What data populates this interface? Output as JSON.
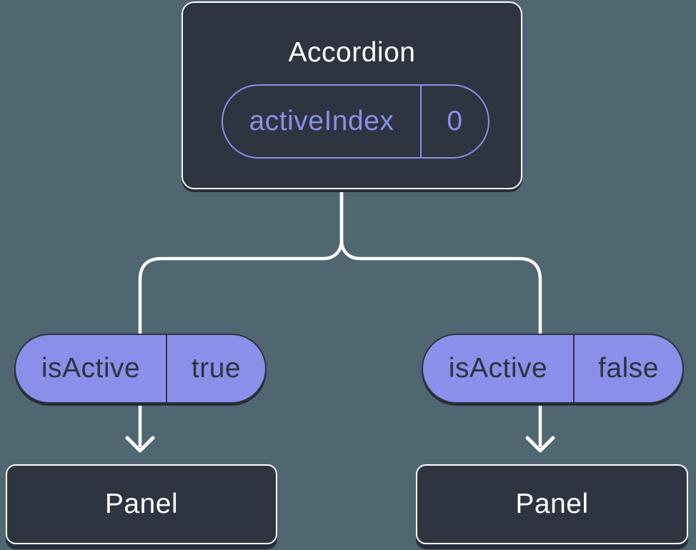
{
  "colors": {
    "bg": "#506771",
    "card": "#2e3440",
    "purple": "#8a90e9",
    "ink": "#2d333f",
    "white": "#ffffff",
    "shadow": "#272d38"
  },
  "diagram": {
    "root": {
      "title": "Accordion",
      "prop": {
        "name": "activeIndex",
        "value": "0"
      }
    },
    "children": [
      {
        "prop": {
          "name": "isActive",
          "value": "true"
        },
        "panel": "Panel"
      },
      {
        "prop": {
          "name": "isActive",
          "value": "false"
        },
        "panel": "Panel"
      }
    ]
  }
}
